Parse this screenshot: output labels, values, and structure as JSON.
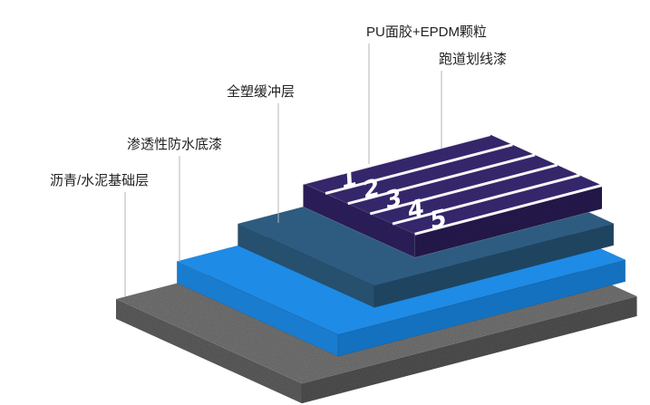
{
  "annotations": [
    {
      "text": "PU面胶+EPDM颗粒"
    },
    {
      "text": "跑道划线漆"
    },
    {
      "text": "全塑缓冲层"
    },
    {
      "text": "渗透性防水底漆"
    },
    {
      "text": "沥青/水泥基础层"
    }
  ],
  "lane_numbers": [
    "1",
    "2",
    "3",
    "4",
    "5"
  ],
  "layers": [
    {
      "name": "asphalt-cement-base",
      "label": "沥青/水泥基础层",
      "top": "#7b7b7b",
      "left": "#646464",
      "front": "#565656"
    },
    {
      "name": "waterproof-primer",
      "label": "渗透性防水底漆",
      "top": "#1e8be6",
      "left": "#1a7ccf",
      "front": "#1371bf"
    },
    {
      "name": "buffer-layer",
      "label": "全塑缓冲层",
      "top": "#2e5c80",
      "left": "#274f6e",
      "front": "#1f4460"
    },
    {
      "name": "pu-epdm-track",
      "label": "PU面胶+EPDM颗粒",
      "top": "#3b2b76",
      "left": "#2f2260",
      "front": "#281c50"
    }
  ],
  "style": {
    "background": "#ffffff",
    "lane_line_color": "#ffffff",
    "label_color": "#222222",
    "leader_color": "#b5b5b5"
  }
}
